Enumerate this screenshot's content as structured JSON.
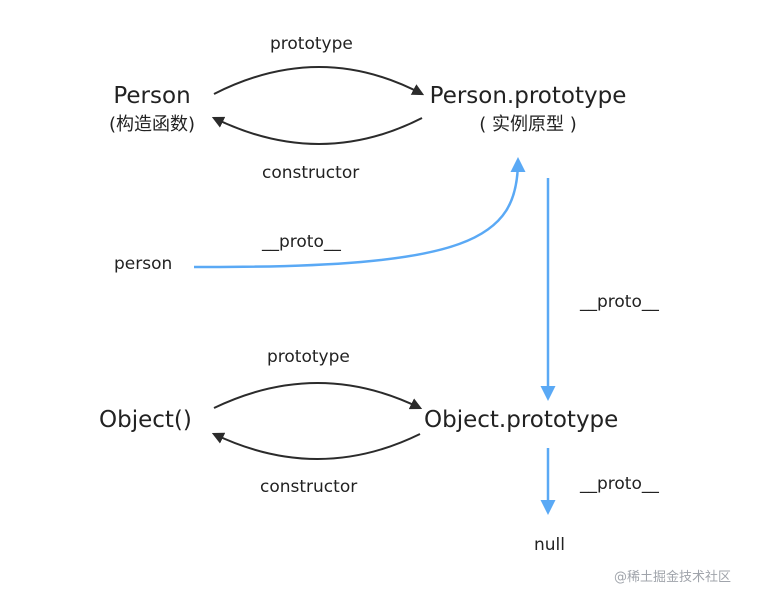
{
  "nodes": {
    "person_ctor": {
      "name": "Person",
      "subtitle": "(构造函数)"
    },
    "person_proto": {
      "name": "Person.prototype",
      "subtitle": "( 实例原型 )"
    },
    "person_instance": {
      "name": "person"
    },
    "object_ctor": {
      "name": "Object()"
    },
    "object_proto": {
      "name": "Object.prototype"
    },
    "null_node": {
      "name": "null"
    }
  },
  "edges": {
    "top_prototype": "prototype",
    "top_constructor": "constructor",
    "instance_proto": "__proto__",
    "person_proto_to_object": "__proto__",
    "bottom_prototype": "prototype",
    "bottom_constructor": "constructor",
    "object_proto_to_null": "__proto__"
  },
  "colors": {
    "dark_arrow": "#2b2b2b",
    "blue_arrow": "#5aa9f5",
    "text": "#222222"
  },
  "watermark": "@稀土掘金技术社区"
}
